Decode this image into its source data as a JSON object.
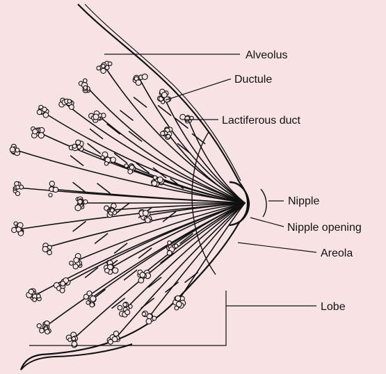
{
  "diagram": {
    "background": "#f7e3e3",
    "ink": "#111111",
    "labels": {
      "alveolus": "Alveolus",
      "ductule": "Ductule",
      "lactiferous_duct": "Lactiferous duct",
      "nipple": "Nipple",
      "nipple_opening": "Nipple opening",
      "areola": "Areola",
      "lobe": "Lobe"
    }
  }
}
